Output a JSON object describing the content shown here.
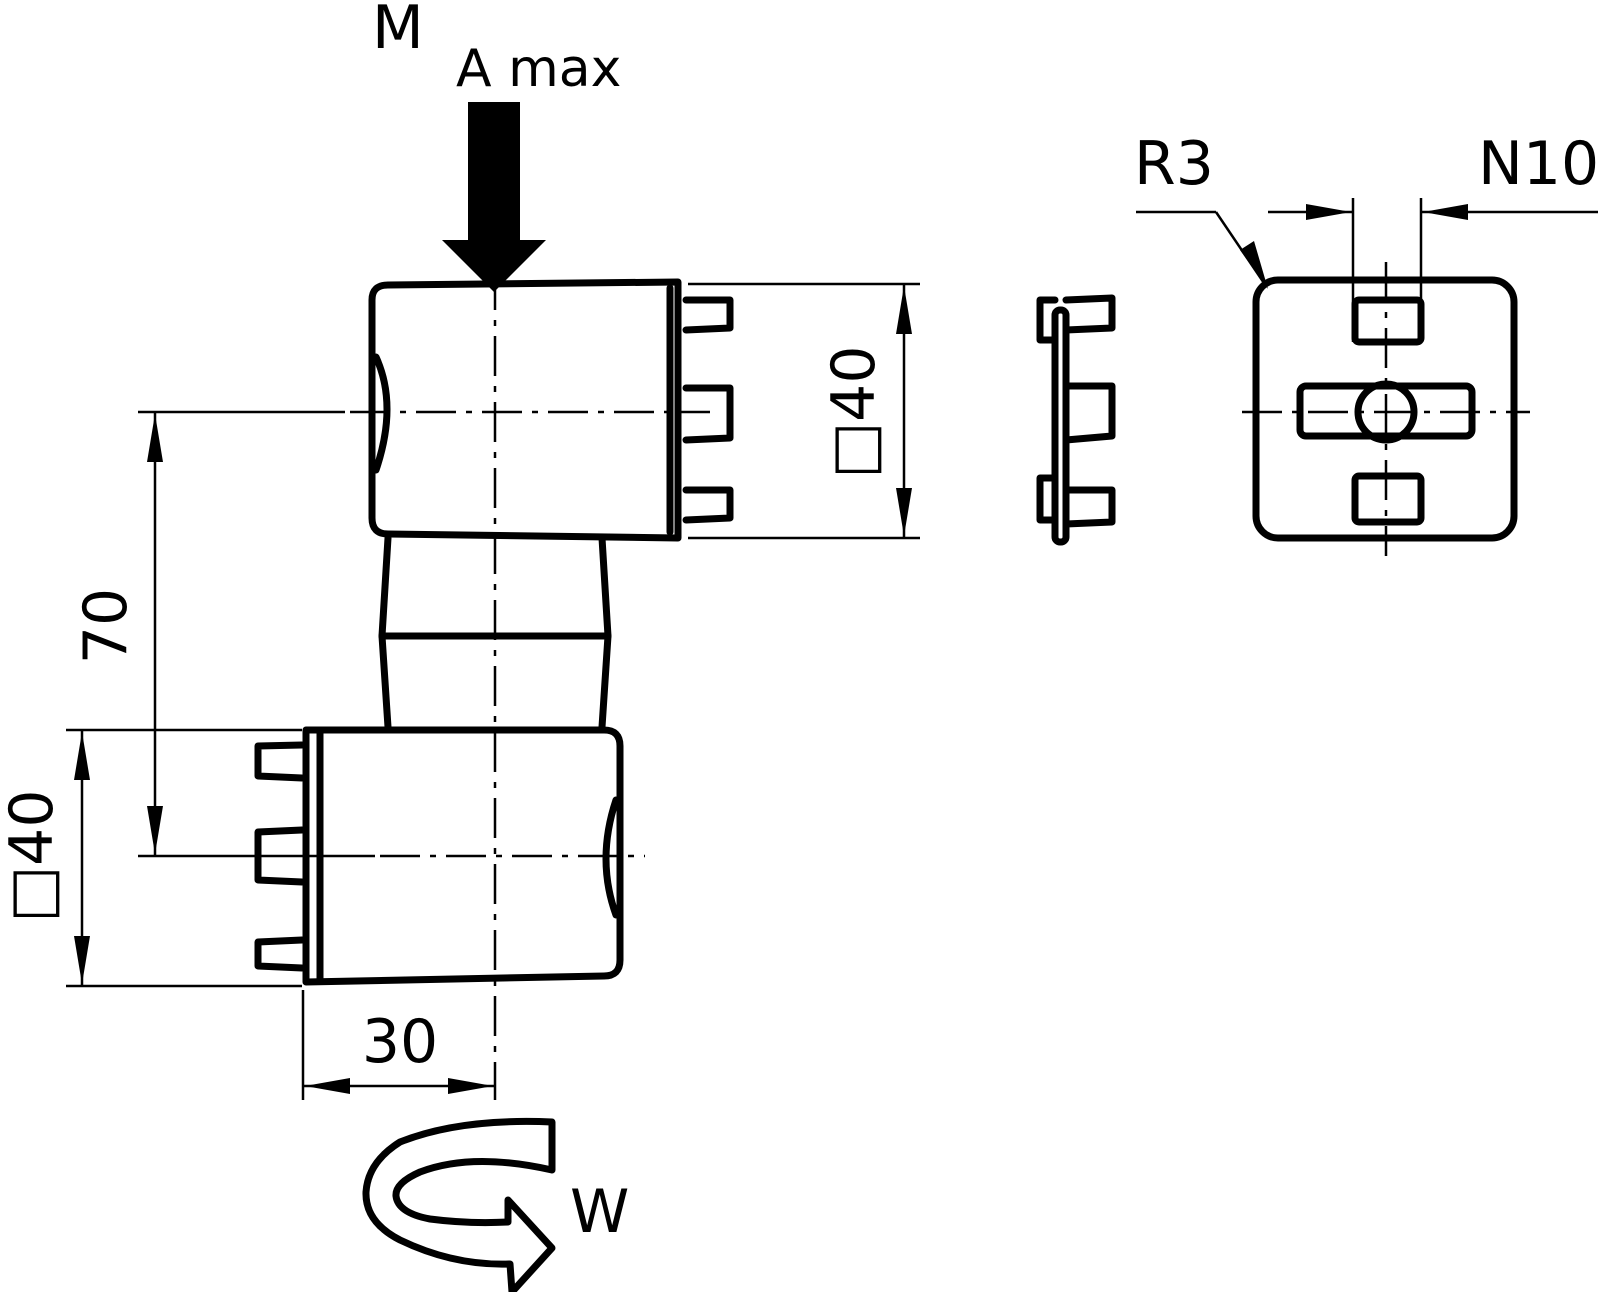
{
  "diagram": {
    "moment_label_main": "M",
    "moment_label_sub": "A max",
    "dim_pitch": "70",
    "dim_square_upper": "□40",
    "dim_square_lower": "□40",
    "dim_offset": "30",
    "radius_label": "R3",
    "width_label": "N10",
    "rotation_label": "W"
  },
  "icons": {
    "load_arrow": "down-arrow-icon",
    "rotation_arrow": "curved-rotation-arrow-icon"
  },
  "colors": {
    "line": "#000000",
    "background": "#ffffff"
  }
}
